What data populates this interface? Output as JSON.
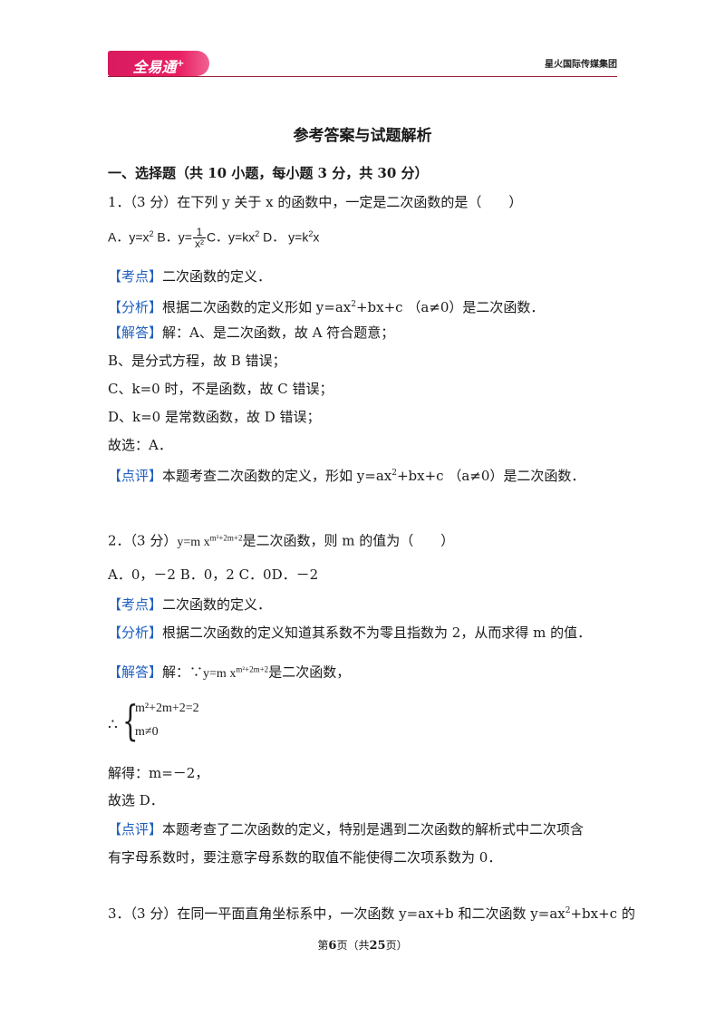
{
  "header": {
    "logo_text": "全易通",
    "logo_plus": "+",
    "publisher": "星火国际传媒集团"
  },
  "title": "参考答案与试题解析",
  "section": "一、选择题（共 10 小题，每小题 3 分，共 30 分）",
  "q1": {
    "stem": "1．（3 分）在下列 y 关于 x 的函数中，一定是二次函数的是（　　）",
    "opt_a": "A．y=x",
    "opt_b_pre": " B．y=",
    "opt_b_num": "1",
    "opt_b_den": "x²",
    "opt_c": "C．y=kx",
    "opt_d": " D． y=k",
    "opt_d_tail": "x",
    "sq": "2",
    "kaodian_tag": "【考点】",
    "kaodian": "二次函数的定义．",
    "fenxi_tag": "【分析】",
    "fenxi_a": "根据二次函数的定义形如 y=ax",
    "fenxi_b": "+bx+c （a≠0）是二次函数．",
    "jieda_tag": "【解答】",
    "jieda": "解：A、是二次函数，故 A 符合题意；",
    "line_b": "B、是分式方程，故 B 错误；",
    "line_c": "C、k=0 时，不是函数，故 C 错误；",
    "line_d": "D、k=0 是常数函数，故 D 错误；",
    "choose": "故选：A．",
    "dianping_tag": "【点评】",
    "dianping_a": "本题考查二次函数的定义，形如 y=ax",
    "dianping_b": "+bx+c （a≠0）是二次函数．"
  },
  "q2": {
    "stem_pre": "2．（3 分）",
    "formula_base": "y=m x",
    "formula_exp": "m²+2m+2",
    "stem_post": "是二次函数，则 m 的值为（　　）",
    "options": "A．0，－2  B．0，2 C．0D．－2",
    "kaodian_tag": "【考点】",
    "kaodian": "二次函数的定义．",
    "fenxi_tag": "【分析】",
    "fenxi": "根据二次函数的定义知道其系数不为零且指数为 2，从而求得 m 的值．",
    "jieda_tag": "【解答】",
    "jieda_pre": "解：∵",
    "jieda_post": "是二次函数，",
    "therefore": "∴",
    "sys_l1": "m²+2m+2=2",
    "sys_l2": "m≠0",
    "solve": "解得：m=－2，",
    "choose": "故选 D．",
    "dianping_tag": "【点评】",
    "dianping_1": "本题考查了二次函数的定义，特别是遇到二次函数的解析式中二次项含",
    "dianping_2": "有字母系数时，要注意字母系数的取值不能使得二次项系数为 0．"
  },
  "q3": {
    "stem_a": "3．（3 分）在同一平面直角坐标系中，一次函数 y=ax+b 和二次函数 y=ax",
    "sq": "2",
    "stem_b": "+bx+c 的"
  },
  "footer": {
    "pre": "第",
    "page": "6",
    "mid": "页（共",
    "total": "25",
    "post": "页）"
  }
}
